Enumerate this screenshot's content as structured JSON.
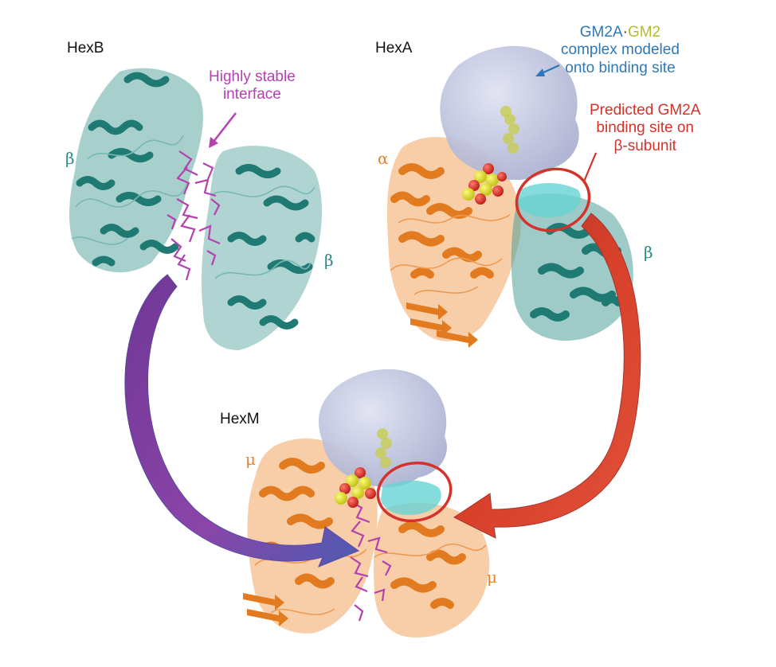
{
  "complexes": {
    "hexb": {
      "name": "HexB"
    },
    "hexa": {
      "name": "HexA"
    },
    "hexm": {
      "name": "HexM"
    }
  },
  "subunits": {
    "beta": "β",
    "alpha": "α",
    "mu": "μ"
  },
  "annotations": {
    "interface": {
      "line1": "Highly stable",
      "line2": "interface"
    },
    "gm2a_complex": {
      "part1": "GM2A",
      "dot": "·",
      "part2": "GM2",
      "line2": "complex modeled",
      "line3": "onto binding site"
    },
    "binding_site": {
      "line1": "Predicted GM2A",
      "line2": "binding site on",
      "line3": "β-subunit"
    }
  },
  "colors": {
    "beta_subunit": "#2a8a84",
    "alpha_subunit": "#e8832a",
    "mu_subunit": "#e8832a",
    "interface": "#b541b0",
    "gm2a_surface": "#b9bfdc",
    "gm2_ligand": "#c9cf4f",
    "binding_site": "#66d3d3",
    "label_blue": "#2f78b7",
    "label_red": "#d4322a",
    "arrow_purple": "#8a3fa0",
    "arrow_red": "#d83a25"
  },
  "icons": [
    "protein-ribbon",
    "surface-blob",
    "curved-arrow",
    "highlight-ellipse"
  ]
}
